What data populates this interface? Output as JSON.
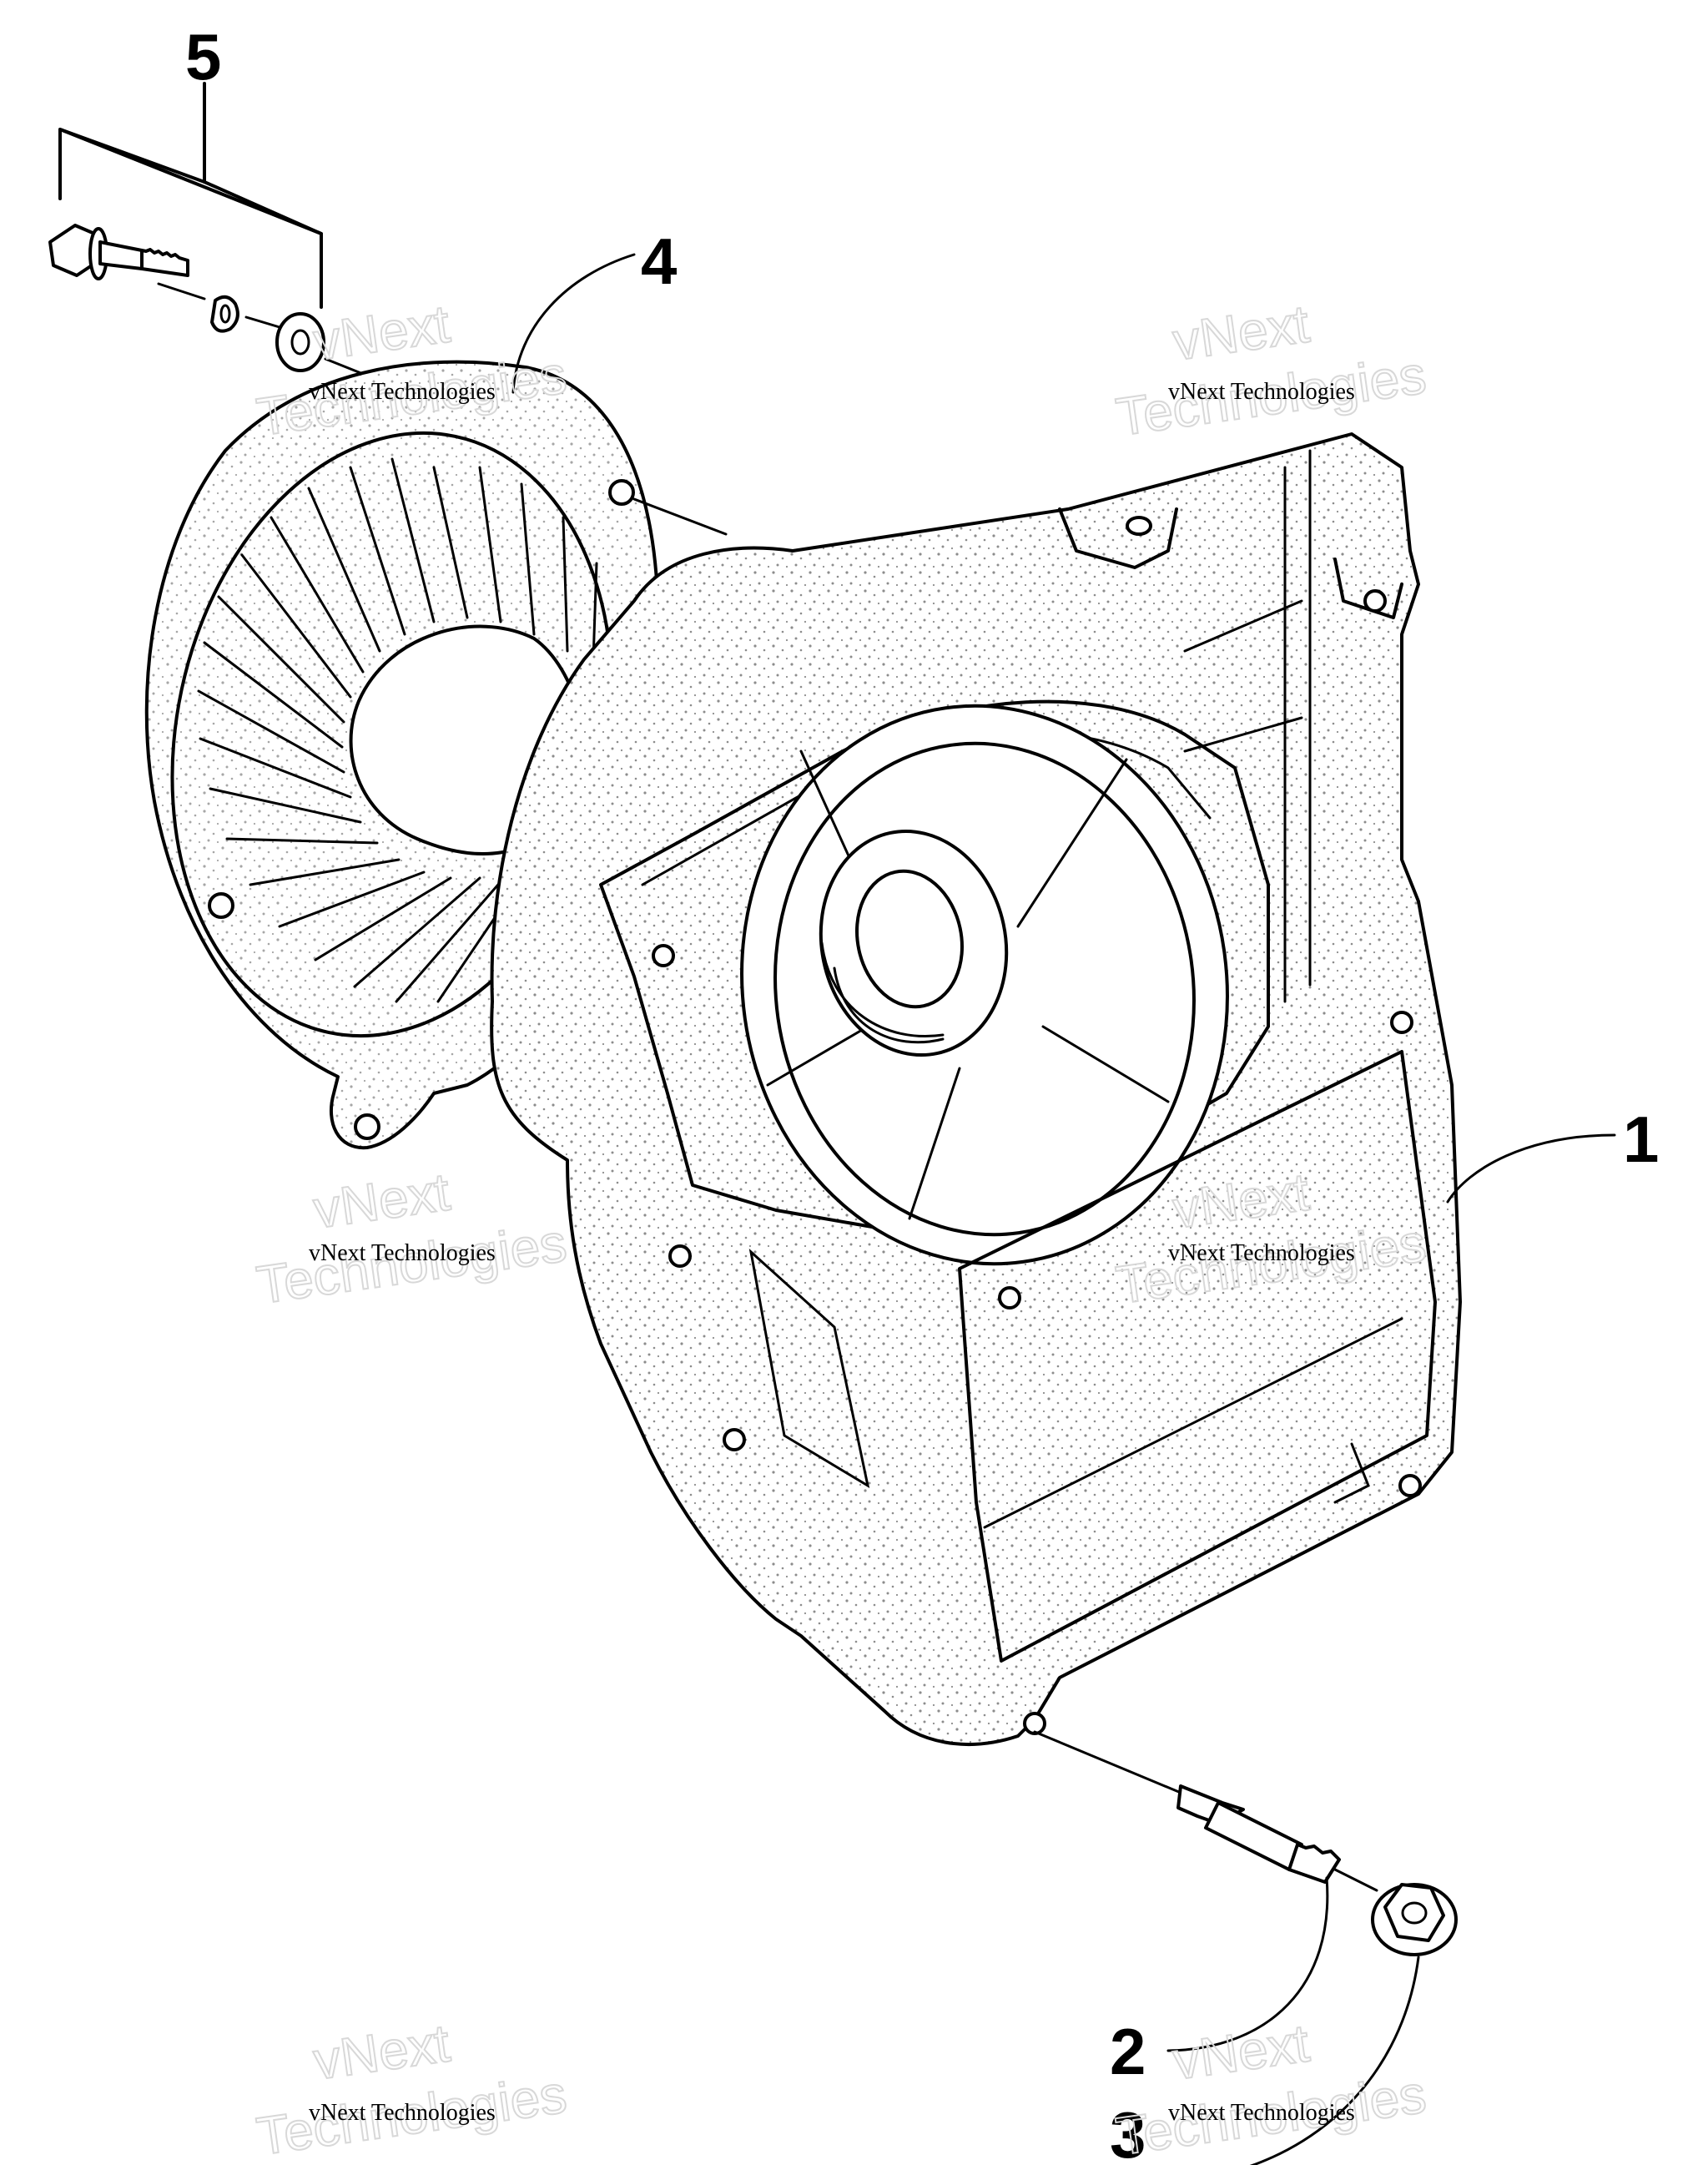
{
  "callouts": {
    "c1": "1",
    "c2": "2",
    "c3": "3",
    "c4": "4",
    "c5": "5"
  },
  "watermark": {
    "line_small": "vNext Technologies",
    "line_big_a": "vNext",
    "line_big_b": "Technologies"
  },
  "colors": {
    "ink": "#000000",
    "watermark_outline": "#d8d8d8",
    "background": "#ffffff"
  }
}
